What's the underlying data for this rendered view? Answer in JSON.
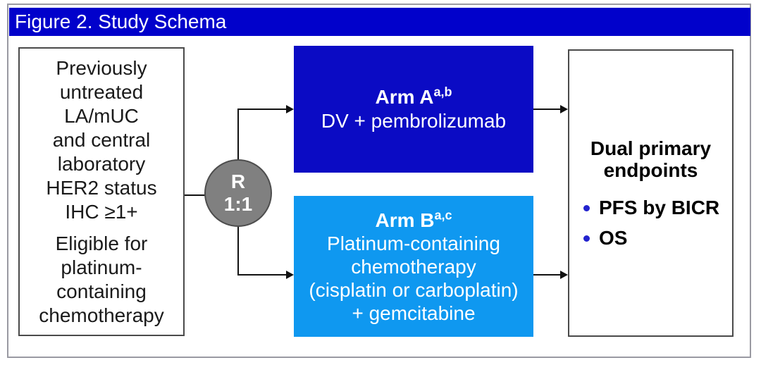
{
  "title_bar": {
    "label": "Figure 2. Study Schema",
    "bg_color": "#0101cb",
    "text_color": "#ffffff"
  },
  "eligibility": {
    "paragraph1_lines": [
      "Previously",
      "untreated",
      "LA/mUC",
      "and central",
      "laboratory",
      "HER2 status",
      "IHC ≥1+"
    ],
    "paragraph2_lines": [
      "Eligible for",
      "platinum-",
      "containing",
      "chemotherapy"
    ]
  },
  "randomizer": {
    "symbol": "R",
    "ratio": "1:1",
    "bg_color": "#808080"
  },
  "arm_a": {
    "label": "Arm A",
    "superscript": "a,b",
    "regimen": "DV + pembrolizumab",
    "bg_color": "#0b0bc4"
  },
  "arm_b": {
    "label": "Arm B",
    "superscript": "a,c",
    "regimen_lines": [
      "Platinum-containing",
      "chemotherapy",
      "(cisplatin or carboplatin)",
      "+ gemcitabine"
    ],
    "bg_color": "#0f98f0"
  },
  "endpoints": {
    "title_lines": [
      "Dual primary",
      "endpoints"
    ],
    "bullets": [
      "PFS by BICR",
      "OS"
    ],
    "bullet_color": "#2323ce"
  }
}
